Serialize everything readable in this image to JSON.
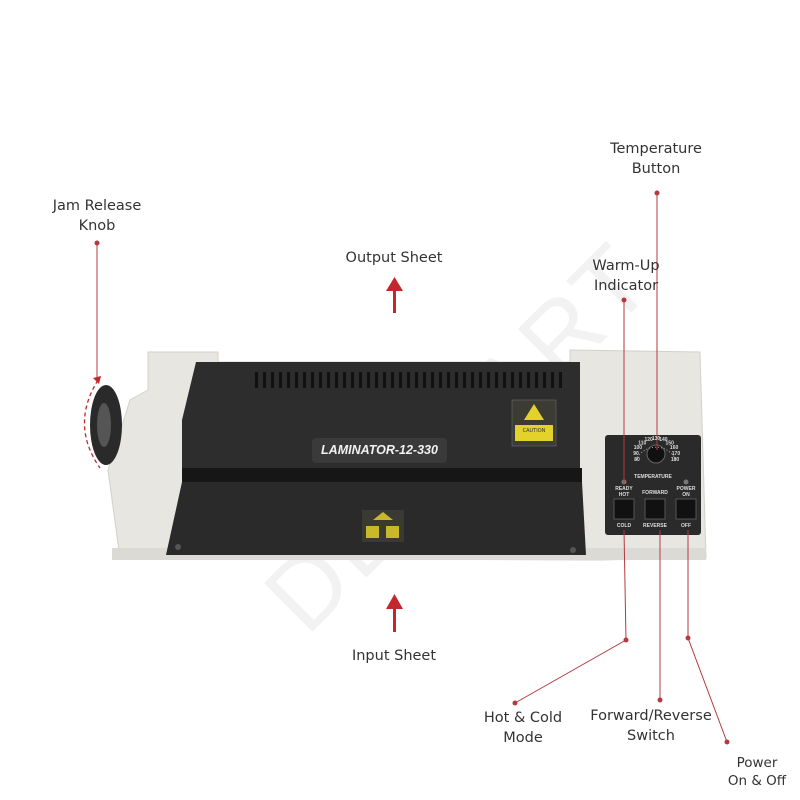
{
  "product": {
    "model_label": "LAMINATOR-12-330",
    "watermark": "DESKART",
    "caution_sticker": "CAUTION",
    "panel": {
      "dial_ticks": [
        "80",
        "90",
        "100",
        "110",
        "120",
        "130",
        "140",
        "150",
        "160",
        "170",
        "180"
      ],
      "temperature_label": "TEMPERATURE",
      "ready_label": "READY",
      "hot_label": "HOT",
      "cold_label": "COLD",
      "forward_label": "FORWARD",
      "reverse_label": "REVERSE",
      "power_label": "POWER",
      "on_label": "ON",
      "off_label": "OFF"
    }
  },
  "callouts": {
    "jam_release": [
      "Jam Release",
      "Knob"
    ],
    "output_sheet": "Output Sheet",
    "input_sheet": "Input Sheet",
    "temperature": [
      "Temperature",
      "Button"
    ],
    "warm_up": [
      "Warm-Up",
      "Indicator"
    ],
    "hot_cold": [
      "Hot & Cold",
      "Mode"
    ],
    "forward_reverse": [
      "Forward/Reverse",
      "Switch"
    ],
    "power": [
      "Power",
      "On & Off"
    ]
  },
  "colors": {
    "accent": "#c1272d",
    "leader": "#b33a3f",
    "body": "#e9e7e2",
    "cover": "#2b2b2b"
  }
}
